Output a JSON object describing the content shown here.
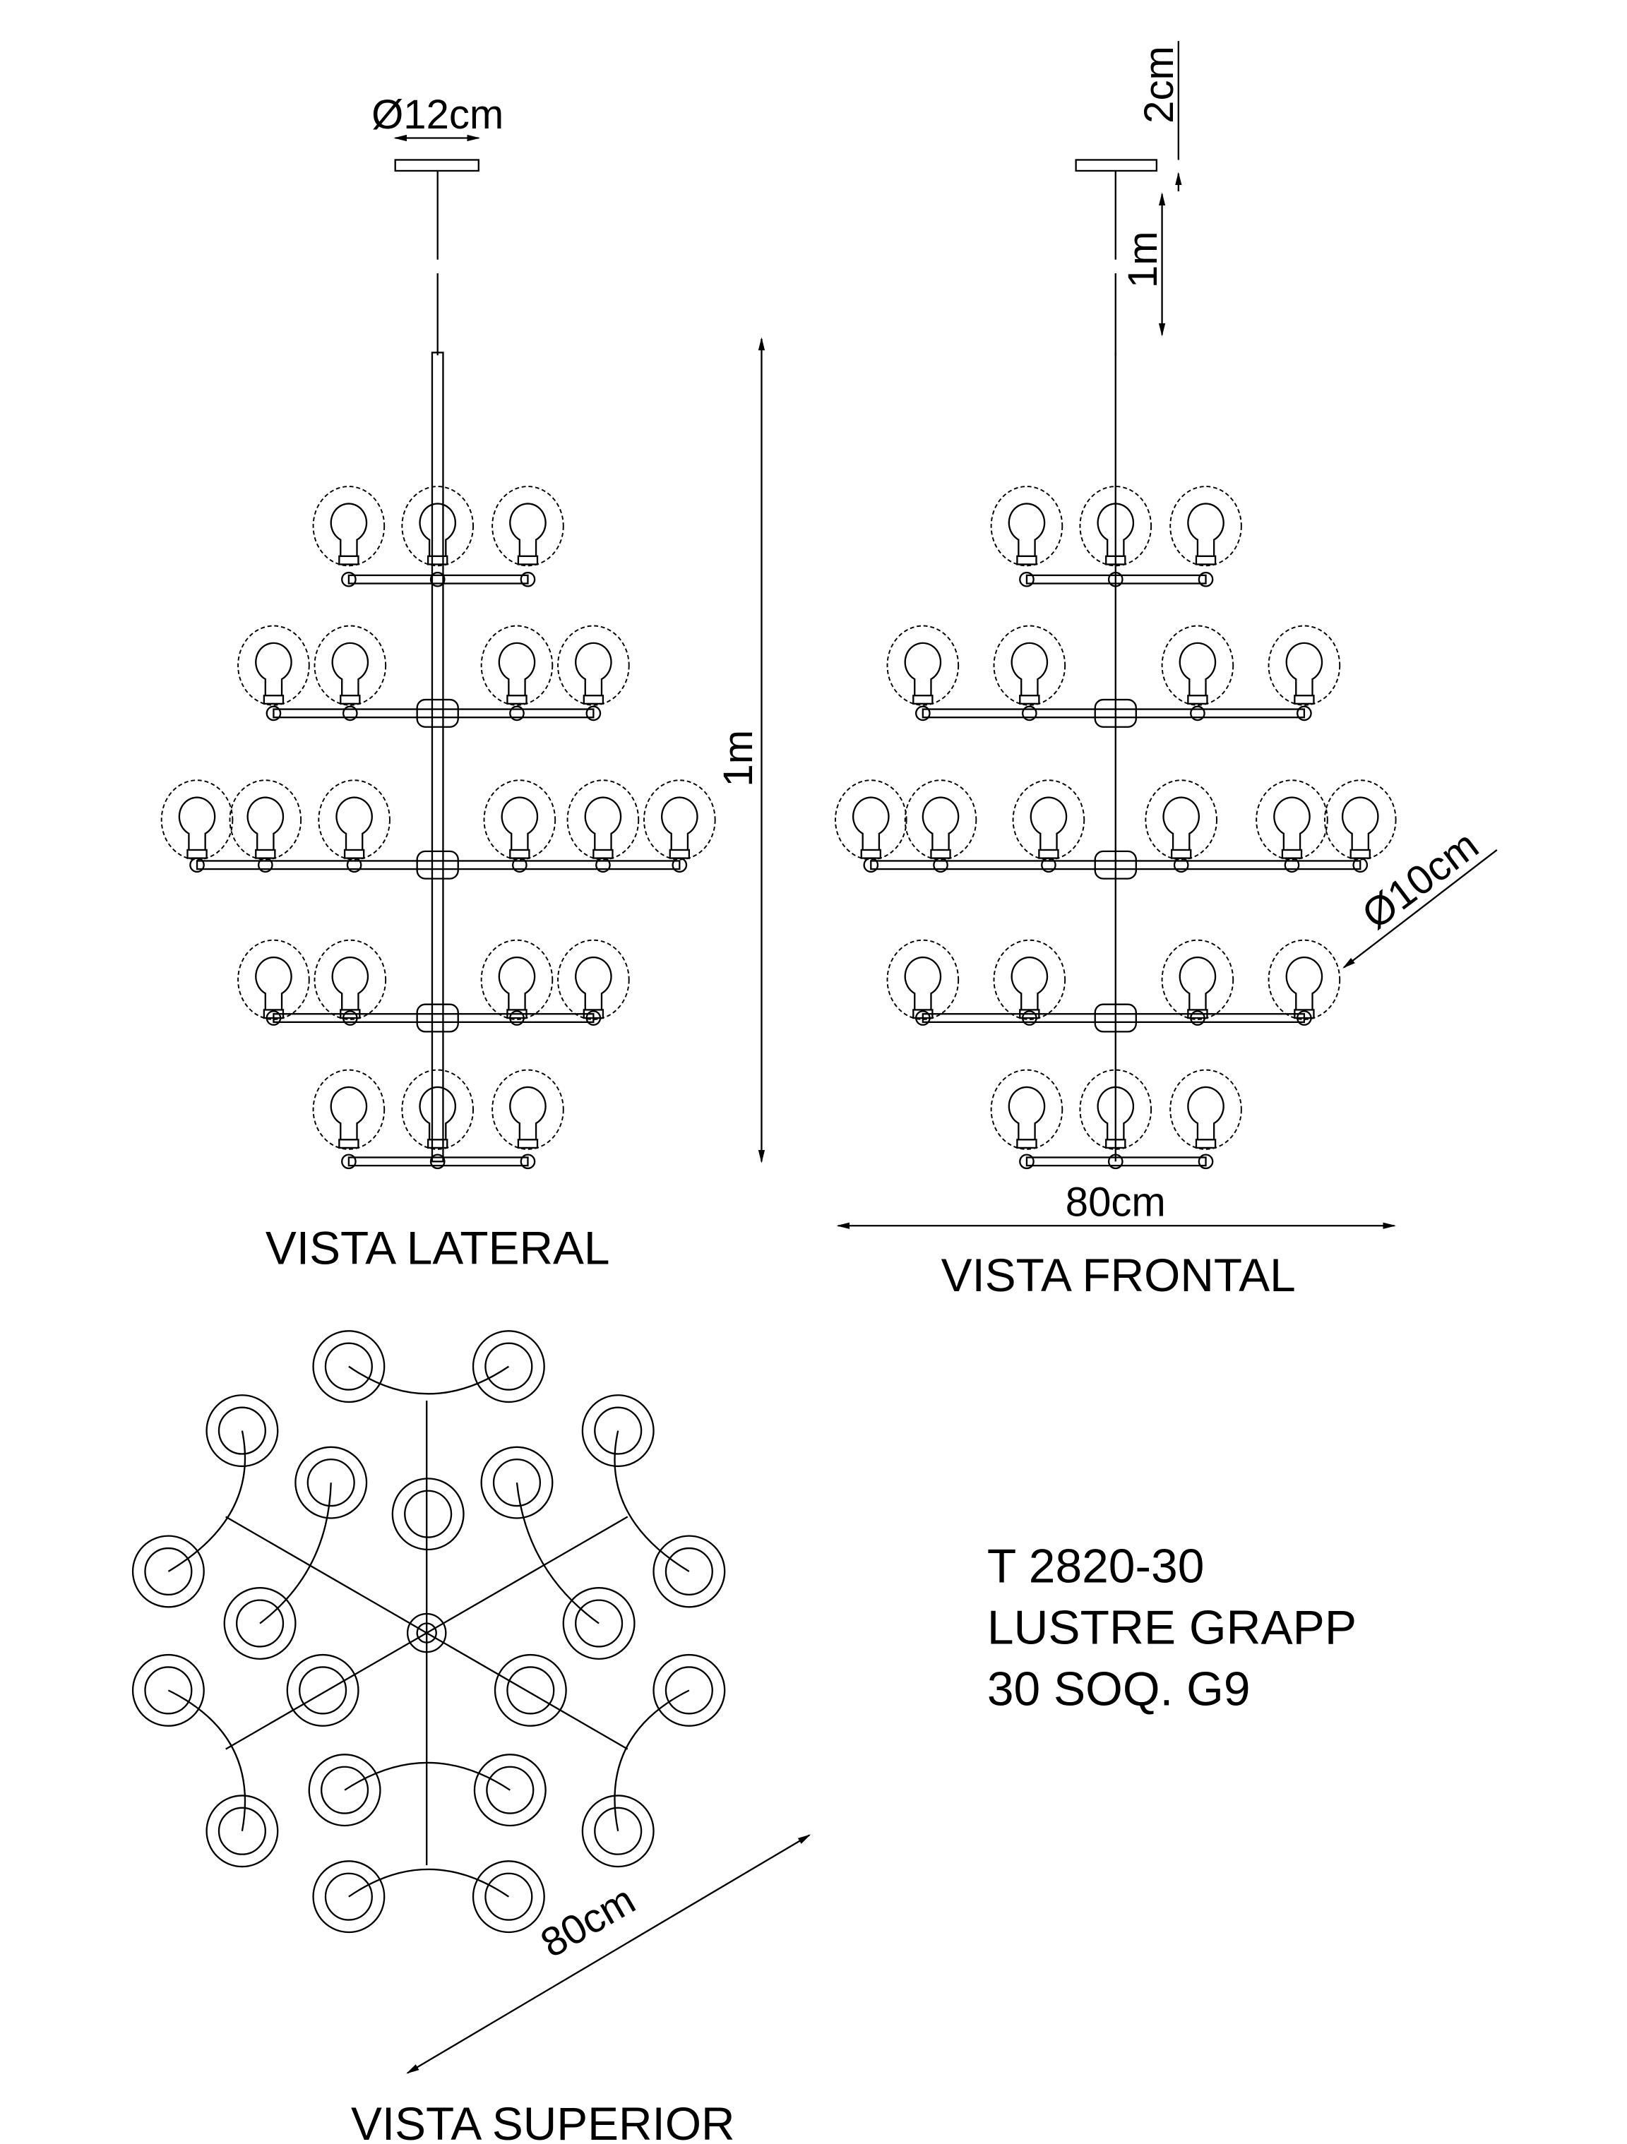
{
  "views": {
    "lateral": {
      "label": "VISTA LATERAL",
      "dim_canopy": "Ø12cm",
      "dim_height": "1m"
    },
    "frontal": {
      "label": "VISTA FRONTAL",
      "dim_canopy_height": "2cm",
      "dim_cable": "1m",
      "dim_width": "80cm",
      "dim_globe": "Ø10cm"
    },
    "superior": {
      "label": "VISTA SUPERIOR",
      "dim_width": "80cm"
    }
  },
  "product": {
    "code": "T 2820-30",
    "name": "LUSTRE GRAPP",
    "spec": "30 SOQ. G9"
  }
}
